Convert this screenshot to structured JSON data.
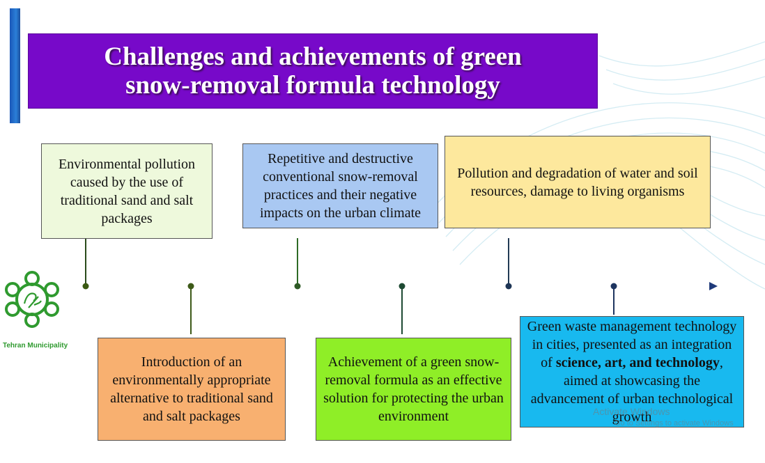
{
  "title": "Challenges and achievements of green snow-removal formula technology",
  "boxes": {
    "top_1": "Environmental pollution caused by the use of traditional sand and salt packages",
    "top_2": "Repetitive and destructive conventional snow-removal practices and their negative impacts on the urban climate",
    "top_3": "Pollution and degradation of water and soil resources, damage to living organisms",
    "bottom_1": "Introduction of an environmentally appropriate alternative to traditional sand and salt packages",
    "bottom_2": "Achievement of a green snow-removal formula as an effective solution for protecting the urban environment",
    "bottom_3_pre": "Green waste management technology in cities, presented as an integration of ",
    "bottom_3_bold_1": "science, art, and technology",
    "bottom_3_post": ", aimed at showcasing the advancement of urban technological growth"
  },
  "logo": {
    "label": "Tehran Municipality",
    "icon": "tehran-municipality-logo-icon"
  },
  "watermark": {
    "line1": "Activate Windows",
    "line2": "Go to Settings to activate Windows"
  },
  "colors": {
    "title_bg": "#7709c9",
    "box_top_1": "#eef9dc",
    "box_top_2": "#a9c8f2",
    "box_top_3": "#fde89d",
    "box_bottom_1": "#f8b070",
    "box_bottom_2": "#8fee27",
    "box_bottom_3": "#18b9ef",
    "timeline_start": "#d8f05a",
    "timeline_end": "#1f3a7a"
  }
}
